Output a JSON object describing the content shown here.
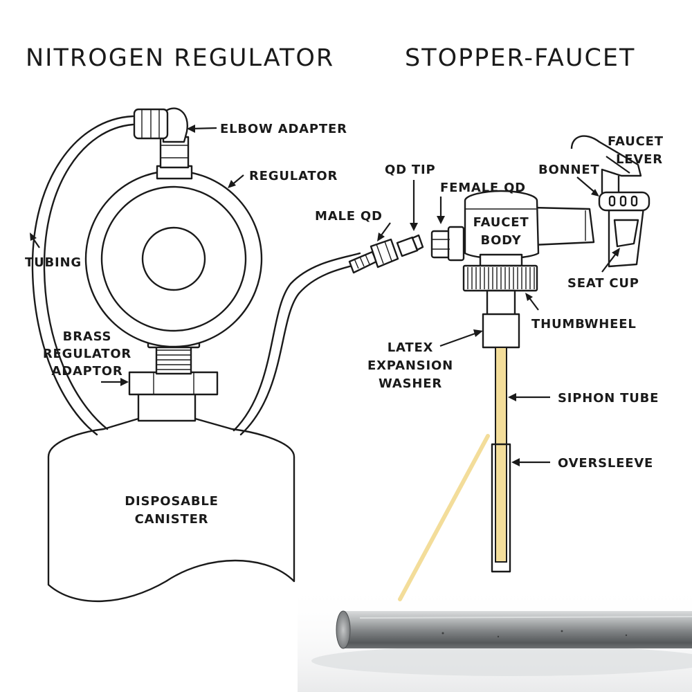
{
  "titles": {
    "left": "NITROGEN REGULATOR",
    "right": "STOPPER-FAUCET"
  },
  "labels": {
    "elbow_adapter": "ELBOW ADAPTER",
    "regulator": "REGULATOR",
    "tubing": "TUBING",
    "brass_regulator_adaptor": [
      "BRASS",
      "REGULATOR",
      "ADAPTOR"
    ],
    "disposable_canister": [
      "DISPOSABLE",
      "CANISTER"
    ],
    "qd_tip": "QD TIP",
    "female_qd": "FEMALE QD",
    "male_qd": "MALE QD",
    "faucet_body": [
      "FAUCET",
      "BODY"
    ],
    "bonnet": "BONNET",
    "faucet_lever": [
      "FAUCET",
      "LEVER"
    ],
    "seat_cup": "SEAT CUP",
    "thumbwheel": "THUMBWHEEL",
    "latex_expansion_washer": [
      "LATEX",
      "EXPANSION",
      "WASHER"
    ],
    "siphon_tube": "SIPHON TUBE",
    "oversleeve": "OVERSLEEVE"
  },
  "colors": {
    "ink": "#1a1a1a",
    "siphon_tube": "#f3dd9a",
    "metal_rod": "#8f9294"
  }
}
